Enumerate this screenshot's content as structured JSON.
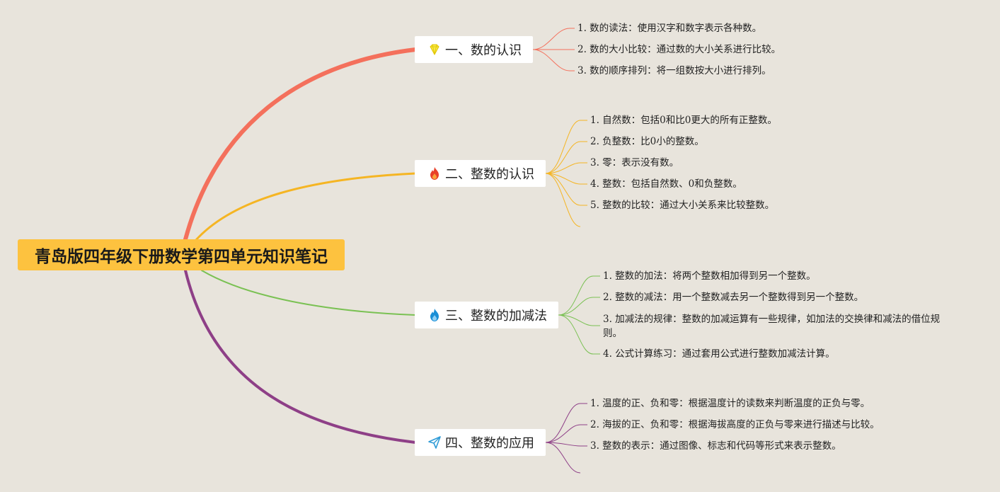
{
  "root": {
    "title": "青岛版四年级下册数学第四单元知识笔记"
  },
  "colors": {
    "background": "#e8e4dc",
    "root_fill": "#fdc23f",
    "branch1": "#f4705c",
    "branch2": "#f5b523",
    "branch3": "#7ac153",
    "branch4": "#8e3f87",
    "icon_diamond": "#f7e845",
    "icon_flame_red": "#e8402a",
    "icon_flame_blue": "#1a8fd6",
    "icon_send": "#2f9bd6"
  },
  "branches": [
    {
      "icon": "diamond-icon",
      "title": "一、数的认识",
      "items": [
        "1. 数的读法：使用汉字和数字表示各种数。",
        "2. 数的大小比较：通过数的大小关系进行比较。",
        "3. 数的顺序排列：将一组数按大小进行排列。"
      ]
    },
    {
      "icon": "flame-icon",
      "title": "二、整数的认识",
      "items": [
        "1. 自然数：包括0和比0更大的所有正整数。",
        "2. 负整数：比0小的整数。",
        "3. 零：表示没有数。",
        "4. 整数：包括自然数、0和负整数。",
        "5. 整数的比较：通过大小关系来比较整数。"
      ]
    },
    {
      "icon": "blue-flame-icon",
      "title": "三、整数的加减法",
      "items": [
        "1. 整数的加法：将两个整数相加得到另一个整数。",
        "2. 整数的减法：用一个整数减去另一个整数得到另一个整数。",
        "3. 加减法的规律：整数的加减运算有一些规律，如加法的交换律和减法的借位规则。",
        "4. 公式计算练习：通过套用公式进行整数加减法计算。"
      ]
    },
    {
      "icon": "send-icon",
      "title": "四、整数的应用",
      "items": [
        "1. 温度的正、负和零：根据温度计的读数来判断温度的正负与零。",
        "2. 海拔的正、负和零：根据海拔高度的正负与零来进行描述与比较。",
        "3. 整数的表示：通过图像、标志和代码等形式来表示整数。"
      ]
    }
  ]
}
